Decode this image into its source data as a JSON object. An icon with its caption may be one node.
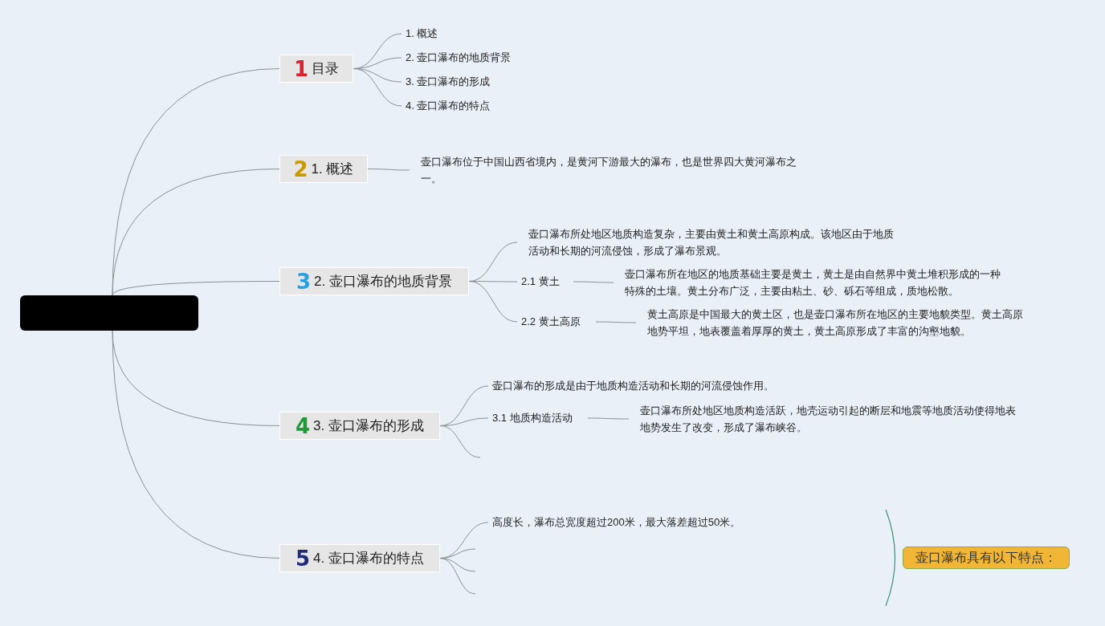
{
  "diagram": {
    "nodes": [
      {
        "text": [],
        "shape": "box"
      },
      {
        "text": [
          "1",
          "目录"
        ]
      },
      {
        "text": [
          "1. 概述"
        ]
      },
      {
        "text": [
          "2. 壶口瀑布的地质背景"
        ]
      },
      {
        "text": [
          "3. 壶口瀑布的形成"
        ]
      },
      {
        "text": [
          "4. 壶口瀑布的特点"
        ]
      },
      {
        "text": [
          "2",
          "1. 概述"
        ]
      },
      {
        "text": [
          "壶口瀑布位于中国山西省境内，是黄河下游最大的瀑布，也是世界四大黄河瀑布之一。"
        ]
      },
      {
        "text": [
          "3",
          "2. 壶口瀑布的地质背景"
        ]
      },
      {
        "text": [
          "壶口瀑布所处地区地质构造复杂，主要由黄土和黄土高原构成。该地区由于地质活动和长期的河流侵蚀，形成了瀑布景观。"
        ]
      },
      {
        "text": [
          "2.1 黄土"
        ]
      },
      {
        "text": [
          "壶口瀑布所在地区的地质基础主要是黄土，黄土是由自然界中黄土堆积形成的一种特殊的土壤。黄土分布广泛，主要由粘土、砂、砾石等组成，质地松散。"
        ]
      },
      {
        "text": [
          "2.2 黄土高原"
        ]
      },
      {
        "text": [
          "黄土高原是中国最大的黄土区，也是壶口瀑布所在地区的主要地貌类型。黄土高原地势平坦，地表覆盖着厚厚的黄土，黄土高原形成了丰富的沟壑地貌。"
        ]
      },
      {
        "text": [
          "4",
          "3. 壶口瀑布的形成"
        ]
      },
      {
        "text": [
          "壶口瀑布的形成是由于地质构造活动和长期的河流侵蚀作用。"
        ]
      },
      {
        "text": [
          "3.1 地质构造活动"
        ]
      },
      {
        "text": [
          "壶口瀑布所处地区地质构造活跃，地壳运动引起的断层和地震等地质活动使得地表地势发生了改变，形成了瀑布峡谷。"
        ]
      },
      {
        "text": [
          "5",
          "4. 壶口瀑布的特点"
        ]
      },
      {
        "text": [
          "高度长，瀑布总宽度超过200米，最大落差超过50米。"
        ]
      },
      {
        "text": [
          "壶口瀑布具有以下特点："
        ]
      }
    ],
    "edges": [
      {
        "from": 0,
        "to": 1,
        "arrow": "none"
      },
      {
        "from": 0,
        "to": 6,
        "arrow": "none"
      },
      {
        "from": 0,
        "to": 8,
        "arrow": "none"
      },
      {
        "from": 0,
        "to": 14,
        "arrow": "none"
      },
      {
        "from": 0,
        "to": 18,
        "arrow": "none"
      },
      {
        "from": 1,
        "to": 2,
        "arrow": "none"
      },
      {
        "from": 1,
        "to": 3,
        "arrow": "none"
      },
      {
        "from": 1,
        "to": 4,
        "arrow": "none"
      },
      {
        "from": 1,
        "to": 5,
        "arrow": "none"
      },
      {
        "from": 6,
        "to": 7,
        "arrow": "none"
      },
      {
        "from": 8,
        "to": 9,
        "arrow": "none"
      },
      {
        "from": 8,
        "to": 10,
        "arrow": "none"
      },
      {
        "from": 8,
        "to": 12,
        "arrow": "none"
      },
      {
        "from": 10,
        "to": 11,
        "arrow": "none"
      },
      {
        "from": 12,
        "to": 13,
        "arrow": "none"
      },
      {
        "from": 14,
        "to": 15,
        "arrow": "none"
      },
      {
        "from": 14,
        "to": 16,
        "arrow": "none"
      },
      {
        "from": 14,
        "to": null,
        "arrow": "none"
      },
      {
        "from": 16,
        "to": 17,
        "arrow": "none"
      },
      {
        "from": 18,
        "to": 19,
        "arrow": "none"
      },
      {
        "from": 18,
        "to": null,
        "arrow": "none"
      },
      {
        "from": 18,
        "to": null,
        "arrow": "none"
      },
      {
        "from": 18,
        "to": null,
        "arrow": "none"
      }
    ]
  }
}
